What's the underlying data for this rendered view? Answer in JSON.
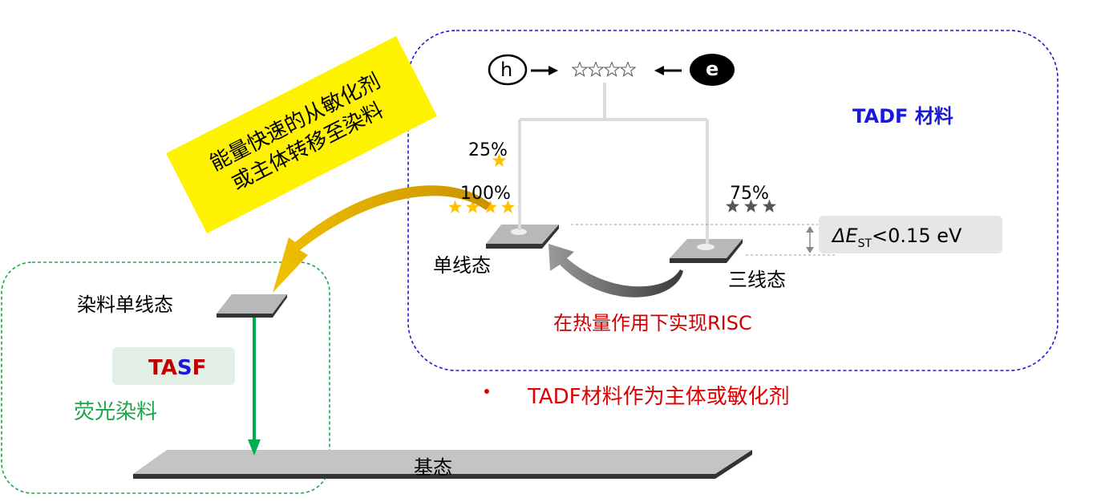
{
  "tadf_region": {
    "title": "TADF 材料",
    "hole_symbol": "h",
    "electron_symbol": "e",
    "singlet_percent": "25%",
    "singlet_total_percent": "100%",
    "triplet_percent": "75%",
    "singlet_label": "单线态",
    "triplet_label": "三线态",
    "delta_est_prefix": "ΔE",
    "delta_est_sub": "ST",
    "delta_est_value": "<0.15 eV",
    "risc_caption": "在热量作用下实现RISC"
  },
  "energy_transfer_note": {
    "line1": "能量快速的从敏化剂",
    "line2": "或主体转移至染料"
  },
  "bullet_note": {
    "bullet": "•",
    "text": "TADF材料作为主体或敏化剂"
  },
  "dye_region": {
    "singlet_label": "染料单线态",
    "tasf_parts": [
      "TA",
      "S",
      "F"
    ],
    "dye_type_label": "荧光染料"
  },
  "ground_state_label": "基态",
  "colors": {
    "tadf_border": "#1a1ad6",
    "dye_border": "#1aa64a",
    "caption_red": "#d00000",
    "star_gold": "#ffc000",
    "star_gray": "#555555",
    "emission_arrow": "#00b050",
    "transfer_arrow": "#e6b800",
    "note_yellow": "#fff200",
    "tasf_bg": "#e2efe4",
    "delta_bg": "#e6e6e6"
  },
  "icons": [
    "hole-circle-icon",
    "electron-circle-icon",
    "arrow-right-icon",
    "arrow-left-icon",
    "star-icon",
    "curved-arrow-icon",
    "down-arrow-icon"
  ]
}
